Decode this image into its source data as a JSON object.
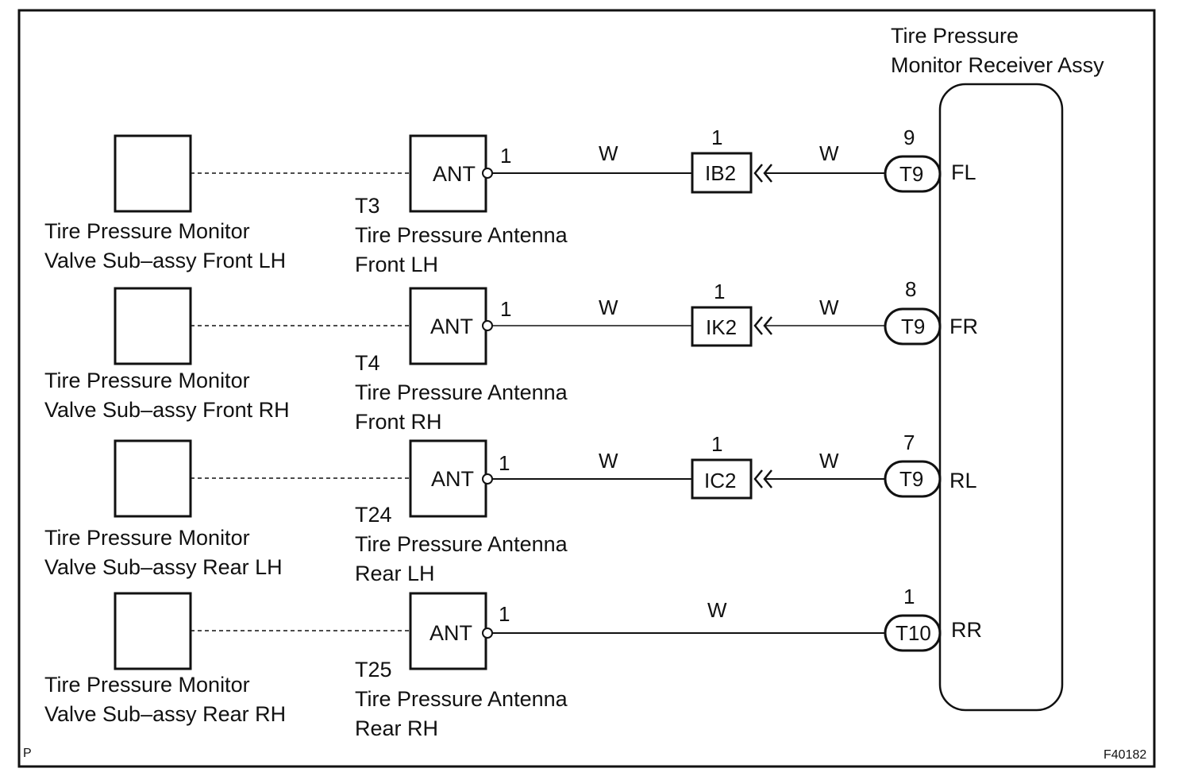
{
  "receiver": {
    "title_line1": "Tire Pressure",
    "title_line2": "Monitor Receiver Assy"
  },
  "rows": [
    {
      "valve_line1": "Tire Pressure Monitor",
      "valve_line2": "Valve Sub–assy Front LH",
      "ant_text": "ANT",
      "ant_pin": "1",
      "ant_code": "T3",
      "ant_line1": "Tire Pressure Antenna",
      "ant_line2": "Front LH",
      "wire_left": "W",
      "junction": "IB2",
      "junction_pin": "1",
      "wire_right": "W",
      "conn": "T9",
      "conn_pin": "9",
      "signal": "FL"
    },
    {
      "valve_line1": "Tire Pressure Monitor",
      "valve_line2": "Valve Sub–assy Front RH",
      "ant_text": "ANT",
      "ant_pin": "1",
      "ant_code": "T4",
      "ant_line1": "Tire Pressure Antenna",
      "ant_line2": "Front RH",
      "wire_left": "W",
      "junction": "IK2",
      "junction_pin": "1",
      "wire_right": "W",
      "conn": "T9",
      "conn_pin": "8",
      "signal": "FR"
    },
    {
      "valve_line1": "Tire Pressure Monitor",
      "valve_line2": "Valve Sub–assy Rear LH",
      "ant_text": "ANT",
      "ant_pin": "1",
      "ant_code": "T24",
      "ant_line1": "Tire Pressure Antenna",
      "ant_line2": "Rear LH",
      "wire_left": "W",
      "junction": "IC2",
      "junction_pin": "1",
      "wire_right": "W",
      "conn": "T9",
      "conn_pin": "7",
      "signal": "RL"
    },
    {
      "valve_line1": "Tire Pressure Monitor",
      "valve_line2": "Valve Sub–assy Rear RH",
      "ant_text": "ANT",
      "ant_pin": "1",
      "ant_code": "T25",
      "ant_line1": "Tire Pressure Antenna",
      "ant_line2": "Rear RH",
      "wire_left": "W",
      "conn": "T10",
      "conn_pin": "1",
      "signal": "RR"
    }
  ],
  "corner_left": "P",
  "figure_id": "F40182"
}
